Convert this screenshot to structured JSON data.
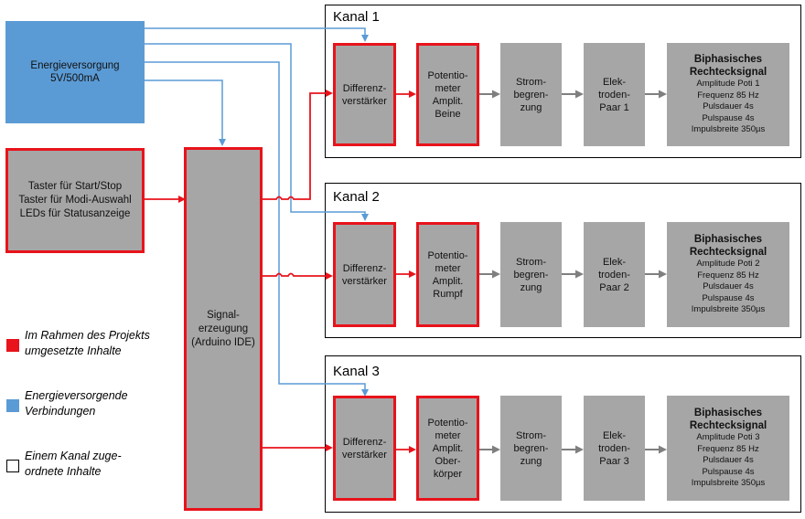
{
  "power": {
    "label": "Energieversorgung\n5V/500mA"
  },
  "buttons": {
    "label": "Taster für Start/Stop\nTaster für Modi-Auswahl\nLEDs für Statusanzeige"
  },
  "signal": {
    "label": "Signal-\nerzeugung\n(Arduino IDE)"
  },
  "channels": [
    {
      "title": "Kanal 1",
      "diff": "Differenz-\nverstärker",
      "poti": "Potentio-\nmeter\nAmplit.\nBeine",
      "strom": "Strom-\nbegren-\nzung",
      "elek": "Elek-\ntroden-\nPaar 1",
      "sig_title": "Biphasisches\nRechtecksignal",
      "sig_lines": "Amplitude Poti 1\nFrequenz 85 Hz\nPulsdauer 4s\nPulspause 4s\nImpulsbreite 350µs"
    },
    {
      "title": "Kanal 2",
      "diff": "Differenz-\nverstärker",
      "poti": "Potentio-\nmeter\nAmplit.\nRumpf",
      "strom": "Strom-\nbegren-\nzung",
      "elek": "Elek-\ntroden-\nPaar 2",
      "sig_title": "Biphasisches\nRechtecksignal",
      "sig_lines": "Amplitude Poti 2\nFrequenz 85 Hz\nPulsdauer 4s\nPulspause 4s\nImpulsbreite 350µs"
    },
    {
      "title": "Kanal 3",
      "diff": "Differenz-\nverstärker",
      "poti": "Potentio-\nmeter\nAmplit.\nOber-\nkörper",
      "strom": "Strom-\nbegren-\nzung",
      "elek": "Elek-\ntroden-\nPaar 3",
      "sig_title": "Biphasisches\nRechtecksignal",
      "sig_lines": "Amplitude Poti 3\nFrequenz 85 Hz\nPulsdauer 4s\nPulspause 4s\nImpulsbreite 350µs"
    }
  ],
  "legend": {
    "red": "Im Rahmen des Projekts\numgesetzte  Inhalte",
    "blue": "Energieversorgende\nVerbindungen",
    "white": "Einem Kanal zuge-\nordnete Inhalte"
  },
  "colors": {
    "red": "#e8131b",
    "blue": "#5b9bd5",
    "grey": "#a6a6a6",
    "arrow_grey": "#7f7f7f"
  }
}
